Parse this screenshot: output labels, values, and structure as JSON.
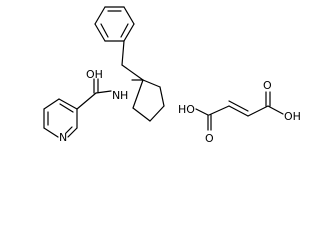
{
  "molecule_amide": {
    "labels": {
      "oh": "OH",
      "n_pyridine": "N",
      "nh": "N",
      "h": "H"
    }
  },
  "molecule_acid": {
    "labels": {
      "oh_left": "HO",
      "o_left": "O",
      "o_right": "O",
      "oh_right": "OH"
    }
  }
}
